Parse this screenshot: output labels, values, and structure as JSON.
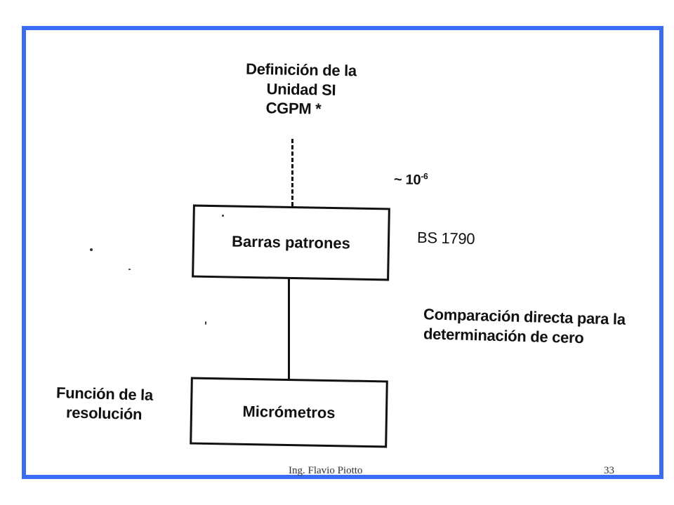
{
  "diagram": {
    "top_label": {
      "line1": "Definición de la",
      "line2": "Unidad SI",
      "line3": "CGPM *"
    },
    "uncertainty": {
      "prefix": "~ 10",
      "exponent": "-6"
    },
    "standard": "BS 1790",
    "comparison": {
      "line1": "Comparación directa para la",
      "line2": "determinación de cero"
    },
    "resolution": {
      "line1": "Función de la",
      "line2": "resolución"
    },
    "nodes": {
      "upper": "Barras patrones",
      "lower": "Micrómetros"
    }
  },
  "footer": {
    "author": "Ing.  Flavio Piotto",
    "page_number": "33"
  },
  "colors": {
    "frame": "#3a6cf4",
    "ink": "#111111"
  }
}
